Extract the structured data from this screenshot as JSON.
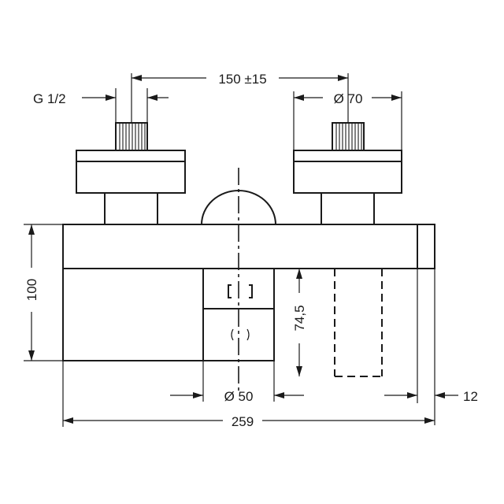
{
  "dimensions": {
    "thread": "G 1/2",
    "center_distance": "150 ±15",
    "handle_diameter": "Ø 70",
    "height": "100",
    "outlet_depth": "74,5",
    "outlet_diameter": "Ø 50",
    "total_width": "259",
    "end_thickness": "12"
  },
  "colors": {
    "line": "#1a1a1a",
    "background": "#ffffff"
  }
}
